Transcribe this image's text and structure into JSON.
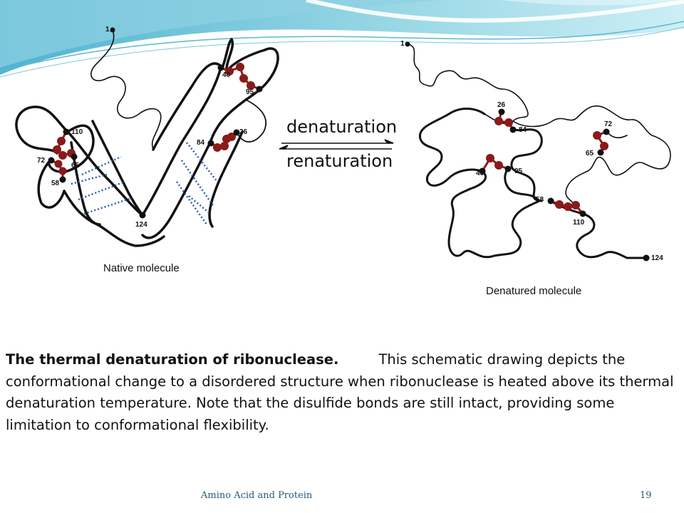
{
  "diagram": {
    "forward_arrow_label": "denaturation",
    "reverse_arrow_label": "renaturation",
    "native": {
      "caption": "Native molecule",
      "residue_labels": {
        "r1": "1",
        "r40": "40",
        "r95": "95",
        "r84": "84",
        "r26": "26",
        "r110": "110",
        "r72": "72",
        "r65": "65",
        "r58": "58",
        "r124": "124"
      }
    },
    "denatured": {
      "caption": "Denatured molecule",
      "residue_labels": {
        "r1": "1",
        "r26": "26",
        "r84": "84",
        "r72": "72",
        "r65": "65",
        "r40": "40",
        "r95": "95",
        "r58": "58",
        "r110": "110",
        "r124": "124"
      }
    }
  },
  "caption": {
    "lead": "The thermal denaturation of ribonuclease.",
    "body": "This schematic drawing depicts the conformational change to a disordered structure when ribonuclease is heated above its thermal denaturation temperature. Note that the disulfide bonds are still intact, providing some limitation to conformational flexibility."
  },
  "footer": {
    "title": "Amino Acid and Protein",
    "page_number": "19"
  },
  "colors": {
    "wave_dark": "#4fb3cf",
    "wave_light": "#b9e4ef",
    "disulfide": "#8b1a1a",
    "hbond": "#2a5fb0",
    "footer_text": "#2a5a74"
  }
}
